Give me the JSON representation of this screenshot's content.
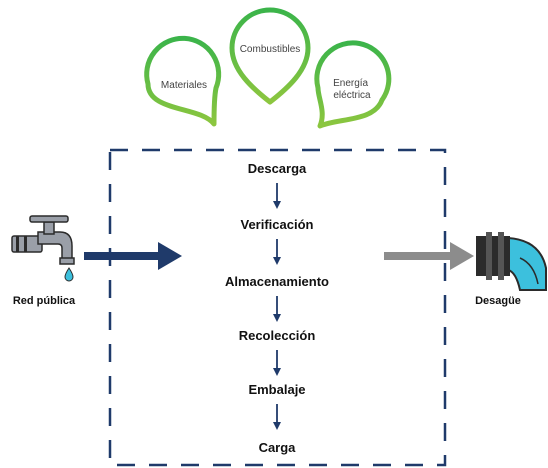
{
  "inputs": [
    {
      "label": "Materiales"
    },
    {
      "label": "Combustibles"
    },
    {
      "label": "Energía eléctrica"
    }
  ],
  "process": {
    "steps": [
      "Descarga",
      "Verificación",
      "Almacenamiento",
      "Recolección",
      "Embalaje",
      "Carga"
    ]
  },
  "left_node": {
    "label": "Red pública",
    "icon": "faucet-icon"
  },
  "right_node": {
    "label": "Desagüe",
    "icon": "drain-pipe-icon"
  },
  "colors": {
    "green_outer": "#3bb44a",
    "green_inner": "#8cc63f",
    "navy": "#1f3a6a",
    "gray_arrow": "#8c8c8c",
    "pipe_dark": "#2b2b2b",
    "water": "#3cc0dd",
    "faucet": "#9a9fa8"
  }
}
